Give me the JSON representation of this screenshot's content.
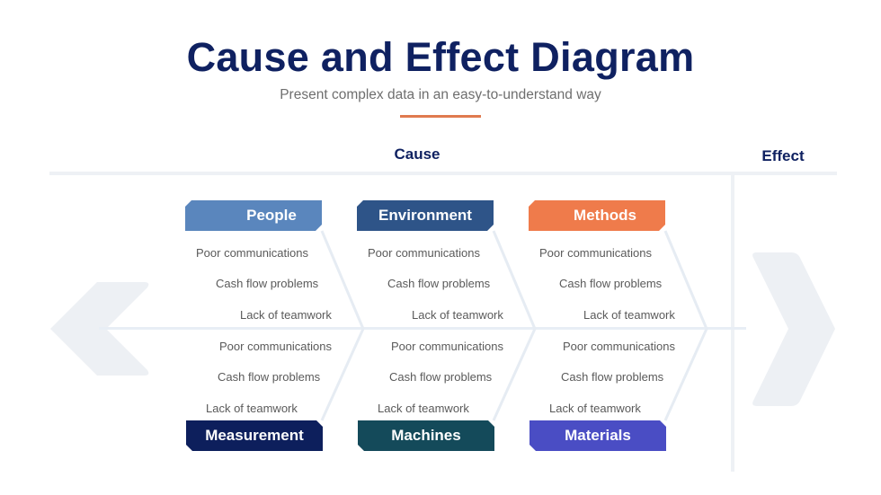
{
  "header": {
    "title": "Cause and Effect Diagram",
    "subtitle": "Present complex data in an easy-to-understand way",
    "accent_color": "#e07a4f"
  },
  "diagram": {
    "cause_label": "Cause",
    "effect_label": "Effect",
    "categories": [
      {
        "name": "People",
        "position": "top",
        "color": "#5a86bd",
        "items": [
          "Poor communications",
          "Cash flow problems",
          "Lack of teamwork"
        ]
      },
      {
        "name": "Environment",
        "position": "top",
        "color": "#2e5488",
        "items": [
          "Poor communications",
          "Cash flow problems",
          "Lack of teamwork"
        ]
      },
      {
        "name": "Methods",
        "position": "top",
        "color": "#ef7b4b",
        "items": [
          "Poor communications",
          "Cash flow problems",
          "Lack of teamwork"
        ]
      },
      {
        "name": "Measurement",
        "position": "bottom",
        "color": "#0d1f5c",
        "items": [
          "Poor communications",
          "Cash flow problems",
          "Lack of teamwork"
        ]
      },
      {
        "name": "Machines",
        "position": "bottom",
        "color": "#144a5a",
        "items": [
          "Poor communications",
          "Cash flow problems",
          "Lack of teamwork"
        ]
      },
      {
        "name": "Materials",
        "position": "bottom",
        "color": "#4a4dc4",
        "items": [
          "Poor communications",
          "Cash flow problems",
          "Lack of teamwork"
        ]
      }
    ]
  }
}
